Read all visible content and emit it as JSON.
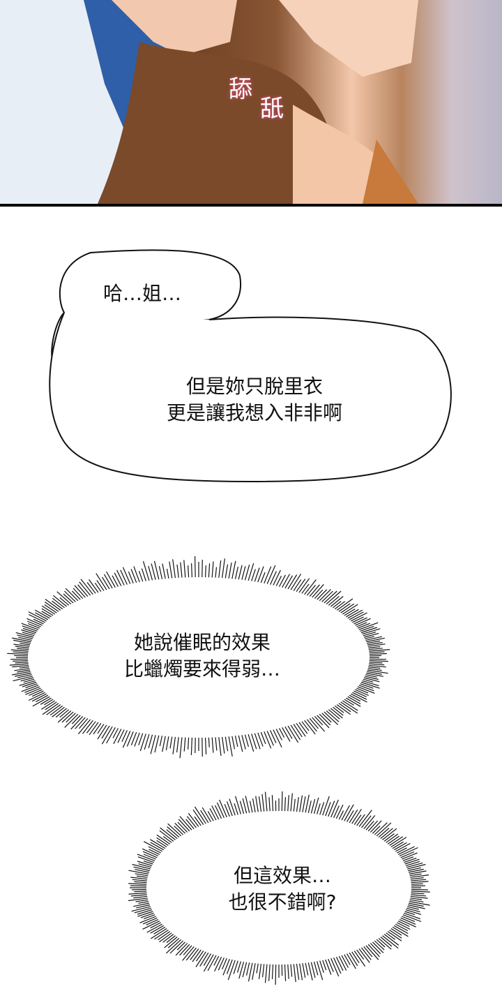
{
  "panel": {
    "sfx": [
      "舔",
      "舐"
    ]
  },
  "bubbles": [
    {
      "type": "speech",
      "lines": [
        "哈…姐…"
      ]
    },
    {
      "type": "speech",
      "lines": [
        "但是妳只脫里衣",
        "更是讓我想入非非啊"
      ]
    },
    {
      "type": "thought-spiky",
      "lines": [
        "她說催眠的效果",
        "比蠟燭要來得弱…"
      ]
    },
    {
      "type": "thought-spiky",
      "lines": [
        "但這效果…",
        "也很不錯啊?"
      ]
    }
  ]
}
